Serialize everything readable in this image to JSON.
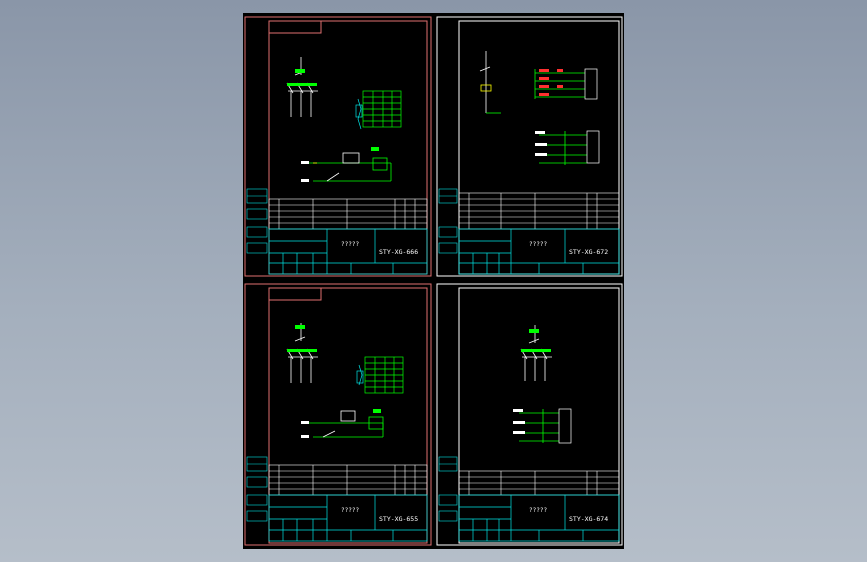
{
  "colors": {
    "background": "#000000",
    "frame_red": "#e07070",
    "frame_white": "#ffffff",
    "cyan": "#00e5e5",
    "green": "#00ff00",
    "red": "#ff3030",
    "yellow": "#ffff00"
  },
  "sheets": [
    {
      "id": "top-left",
      "drawing_no": "STY-XG-666",
      "title": "?????",
      "frame": "frame_red"
    },
    {
      "id": "top-right",
      "drawing_no": "STY-XG-672",
      "title": "?????",
      "frame": "frame_white"
    },
    {
      "id": "bottom-left",
      "drawing_no": "STY-XG-655",
      "title": "?????",
      "frame": "frame_red"
    },
    {
      "id": "bottom-right",
      "drawing_no": "STY-XG-674",
      "title": "?????",
      "frame": "frame_white"
    }
  ]
}
